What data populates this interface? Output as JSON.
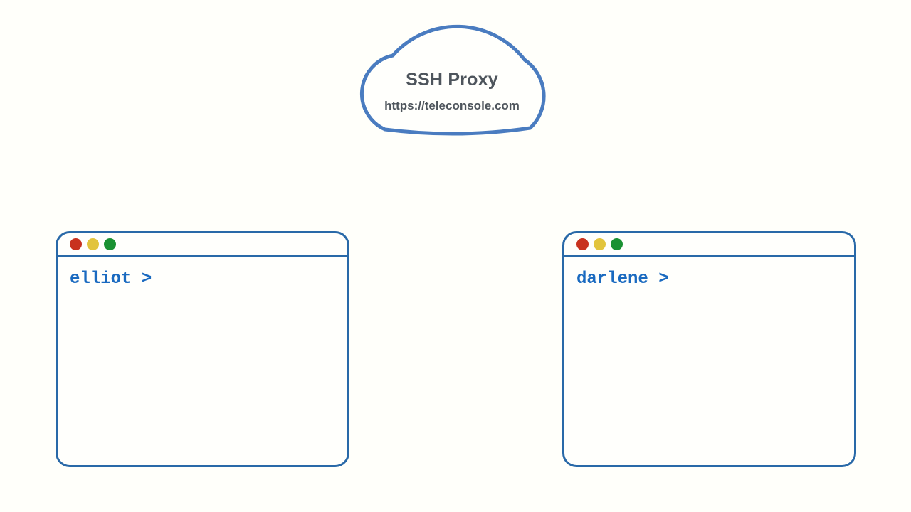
{
  "background_color": "#fffffa",
  "cloud": {
    "title": "SSH Proxy",
    "url": "https://teleconsole.com",
    "stroke_color": "#4a7cc0",
    "fill_color": "#fffffc",
    "text_color": "#4e555c"
  },
  "terminals": [
    {
      "name": "elliot",
      "prompt": "elliot >"
    },
    {
      "name": "darlene",
      "prompt": "darlene >"
    }
  ],
  "colors": {
    "window_border": "#2969a8",
    "prompt_text": "#1a6ac0",
    "traffic_light_red": "#c8321f",
    "traffic_light_yellow": "#e2c43c",
    "traffic_light_green": "#1a9132"
  },
  "icons": {
    "window_controls": [
      "close-button",
      "minimize-button",
      "maximize-button"
    ]
  }
}
